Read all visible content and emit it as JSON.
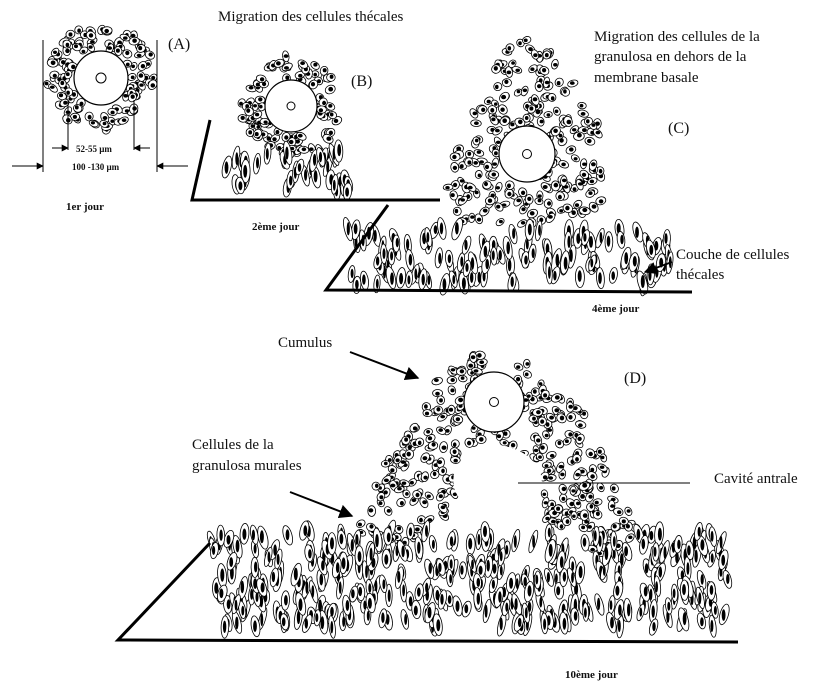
{
  "labels": {
    "migration_theca": "Migration des cellules thécales",
    "migration_granulosa": [
      "Migration des cellules de la",
      "granulosa en dehors de la",
      "membrane basale"
    ],
    "panel_a": "(A)",
    "panel_b": "(B)",
    "panel_c": "(C)",
    "panel_d": "(D)",
    "dim_inner": "52-55 µm",
    "dim_outer": "100 -130 µm",
    "day1": "1er jour",
    "day2": "2ème jour",
    "day4": "4ème jour",
    "day10": "10ème jour",
    "theca_layer": [
      "Couche de cellules",
      "thécales"
    ],
    "cumulus": "Cumulus",
    "mural_granulosa": [
      "Cellules de la",
      "granulosa murales"
    ],
    "antral_cavity": "Cavité antrale"
  }
}
